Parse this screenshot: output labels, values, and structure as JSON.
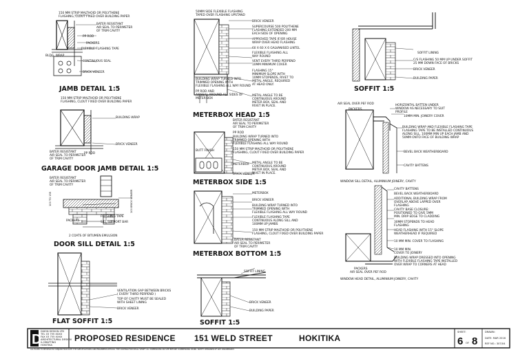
{
  "jamb": {
    "title": "JAMB DETAIL 1:5",
    "notes": [
      "150 MM STRIP MALTHOID OR POLYTHENE",
      "FLASHING, CLOUT FIXED OVER BUILDING PAPER",
      "BATER RESISTANT",
      "AIR SEAL TO PERIMETER",
      "OF TRIM CAVITY",
      "PP ROD",
      "PACKERS",
      "FLEXIBLE FLASHING TAPE",
      "BLDG. WRAP",
      "CONTINUOUS SEAL",
      "BRICK VENEER"
    ]
  },
  "garage": {
    "title": "GARAGE DOOR JAMB DETAIL 1:5",
    "notes": [
      "150 MM STRIP MALTHOID OR POLYTHENE",
      "FLASHING, CLOUT FIXED OVER BUILDING PAPER",
      "BUILDING WRAP",
      "BRICK VENEER",
      "BATER RESISTANT",
      "AIR SEAL TO PERIMETER",
      "OF TRIM CAVITY",
      "PP ROD"
    ]
  },
  "doorsill": {
    "title": "DOOR SILL DETAIL 1:5",
    "notes": [
      "BATER RESISTANT",
      "AIR SEAL TO PERIMETER",
      "OF TRIM CAVITY",
      "FLASHING TAPE",
      "PACKERS",
      "SILL SUPPORT BAR",
      "2 COATS OF BITUMEN EMULSION"
    ]
  },
  "flatsoffit": {
    "title": "FLAT SOFFIT 1:5",
    "notes": [
      "VENTILATION GAP BETWEEN BRICKS",
      "( EVERY THIRD PERPEND )",
      "TOP OF CAVITY MUST BE SEALED",
      "WITH SHEET LINING",
      "BRICK VENEER"
    ]
  },
  "meterhead": {
    "title": "METERBOX HEAD 1:5",
    "notes": [
      "50MM SIDE FLEXIBLE FLASHING",
      "TAPED OVER FLASHING UPSTAND",
      "BRICK VENEER",
      "SUPERCOURSE 500 POLYTHENE",
      "FLASHING EXTENDED 200 MM",
      "EACH SIDE OF OPENING",
      "APPROVED TAPE IF/OR HOUSE",
      "WRAP OVER HEAD FLASHING",
      "60 X 60 X 6 GALVANISED LINTEL",
      "FLEXIBLE FLASHING ALL",
      "WAY ROUND",
      "VENT EVERY THIRD PERPEND",
      "10MM MINIMUM COVER",
      "BUILDING WRAP TURNED INTO",
      "TRIMMED OPENING WITH",
      "FLEXIBLE FLASHING ALL WAY ROUND",
      "PP ROD AND",
      "AIRSEAL AROUND ALL SIDES OF",
      "METER BOX",
      "FLASHING 15°",
      "MINIMUM SLOPE WITH",
      "10MM STOPENDS, RIVET TO",
      "METAL ANGLE, REQUIRED",
      "AT HEAD ONLY.",
      "METAL ANGLE TO BE",
      "CONTINUOUS AROUND",
      "METER BOX, SEAL AND",
      "RIVET IN PLACE."
    ]
  },
  "meterside": {
    "title": "METERBOX SIDE 1:5",
    "notes": [
      "BATER RESISTANT",
      "AIR SEAL TO PERIMETER",
      "OF TRIM CAVITY",
      "PP ROD",
      "BUILDING WRAP TURNED INTO",
      "TRIMMED OPENING WITH",
      "FLEXIBLE FLASHING ALL WAY ROUND",
      "BUTT FINISH",
      "150 MM STRIP MALTHOID OR POLYTHENE",
      "FLASHING, CLOUT FIXED OVER BUILDING PAPER",
      "METERBOX",
      "BRICK VENEER",
      "METAL ANGLE TO BE",
      "CONTINUOUS AROUND",
      "METER BOX, SEAL AND",
      "RIVET IN PLACE."
    ]
  },
  "meterbottom": {
    "title": "METERBOX BOTTOM 1:5",
    "notes": [
      "METERBOX",
      "BRICK VENEER",
      "BUILDING WRAP TURNED INTO",
      "TRIMMED OPENING WITH",
      "FLEXIBLE FLASHING ALL WAY ROUND",
      "FLEXIBLE FLASHING TAPE",
      "CONTINUOUS ALONG SILL AND",
      "100MM UP JAMBS",
      "150 MM STRIP MALTHOID OR POLYTHENE",
      "FLASHING, CLOUT FIXED OVER BUILDING PAPER",
      "BATER RESISTANT",
      "AIR SEAL TO PERIMETER",
      "OF TRIM CAVITY"
    ]
  },
  "soffit_bottom": {
    "title": "SOFFIT 1:5",
    "notes": [
      "SOFFIT LINING",
      "BRICK VENEER",
      "BUILDING PAPER"
    ]
  },
  "soffit_top": {
    "title": "SOFFIT 1:5",
    "notes": [
      "SOFFIT LINING",
      "C/S FLASHING 50 MM UP UNDER SOFFIT",
      "25 MM DOWN FACE OF BRICKS",
      "BRICK VENEER",
      "BUILDING PAPER"
    ]
  },
  "windowsill": {
    "title": "WINDOW SILL DETAIL, ALUMINIUM JOINERY, CAVITY",
    "notes": [
      "AIR SEAL OVER PEF ROD",
      "PACKERS",
      "HORIZONTAL BATTEN UNDER",
      "WINDOW AS NECESSARY TO SUIT",
      "PROFILE",
      "10MM MIN. JOINERY COVER",
      "BUILDING WRAP AND FLEXIBLE FLASHING TAPE",
      "FLASHING TAPE TO BE INSTALLED CONTINUOUS",
      "ALONG SILL, 100MM MIN UP EACH JAMB AND",
      "50MM ONTO FACE OF BUILDING WRAP",
      "BEVEL BACK WEATHERBOARD",
      "CAVITY BATTENS"
    ]
  },
  "windowhead": {
    "title": "WINDOW HEAD DETAIL, ALUMINIUM JOINERY, CAVITY",
    "notes": [
      "CAVITY BATTENS",
      "BEVEL BACK WEATHERBOARD",
      "ADDITIONAL BUILDING WRAP FROM",
      "OVERLAP ABOVE LAPPED OVER",
      "FLASHING",
      "CAVITY BASE CLOSURE:",
      "POSITIONED TO GIVE 5MM",
      "MIN. DRIP EDGE TO CLADDING",
      "30MM STOPENDS TO HEAD",
      "FLASHING",
      "HEAD FLASHING WITH 15° SLOPE",
      "WEATHERHEAD IF REQUIRED",
      "10 MM MIN. COVER TO FLASHING",
      "10 MM MIN.",
      "COVER TO JOINERY",
      "BUILDING WRAP DRESSED INTO OPENING",
      "WITH FLEXIBLE FLASHING TAPE INSTALLED",
      "OVER WRAP TO CORNERS AT HEAD",
      "PACKERS",
      "AIR SEAL OVER PEF ROD"
    ]
  },
  "titleblock": {
    "logo_letter": "D",
    "firm": [
      "DIXON DESIGN LTD",
      "TEL 03 755 XXXX",
      "FAX 03 755 XXXX",
      "ARCHITECTURAL DESIGN",
      "& DRAFTING",
      "HOKITIKA"
    ],
    "disclaimer": "ALL PLANS TO BE READ IN CONJUNCTION WITH THE SPECIFICATIONS AND ENGINEERS DETAILS. THE CONTRACTOR SHALL VERIFY ALL DIMENSIONS ON SITE BEFORE COMMENCING WORK. NOTIFY DESIGNER OF ANY DISCREPANCY.",
    "project": "PROPOSED RESIDENCE",
    "address": "151 WELD STREET",
    "town": "HOKITIKA",
    "sheet_label": "SHEET:",
    "sheet_no": "6",
    "of_label": "OF",
    "sheet_total": "8",
    "drawn_label": "DRAWN:",
    "date_label": "DATE: MAR 2016",
    "ref_label": "REF NO.: 307/04"
  }
}
